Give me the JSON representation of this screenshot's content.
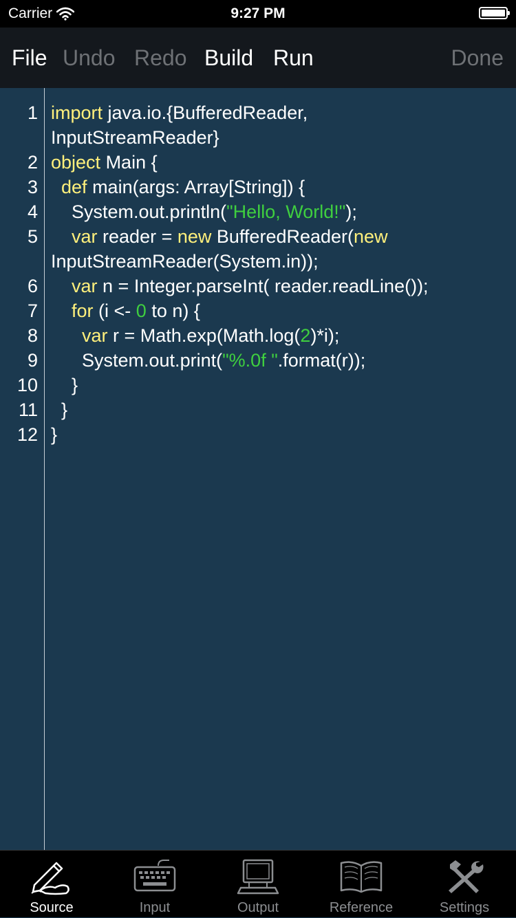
{
  "status_bar": {
    "carrier": "Carrier",
    "time": "9:27 PM"
  },
  "toolbar": {
    "file": "File",
    "undo": "Undo",
    "redo": "Redo",
    "build": "Build",
    "run": "Run",
    "done": "Done"
  },
  "code": {
    "lines": [
      {
        "n": "1",
        "parts": [
          [
            "kw",
            "import"
          ],
          [
            "",
            " java.io.{BufferedReader,"
          ]
        ]
      },
      {
        "n": "",
        "parts": [
          [
            "",
            "InputStreamReader}"
          ]
        ]
      },
      {
        "n": "2",
        "parts": [
          [
            "kw",
            "object"
          ],
          [
            "",
            " Main {"
          ]
        ]
      },
      {
        "n": "3",
        "parts": [
          [
            "",
            "  "
          ],
          [
            "kw",
            "def"
          ],
          [
            "",
            " main(args: Array[String]) {"
          ]
        ]
      },
      {
        "n": "4",
        "parts": [
          [
            "",
            "    System.out.println("
          ],
          [
            "str",
            "\"Hello, World!\""
          ],
          [
            "",
            ");"
          ]
        ]
      },
      {
        "n": "5",
        "parts": [
          [
            "",
            "    "
          ],
          [
            "kw",
            "var"
          ],
          [
            "",
            " reader = "
          ],
          [
            "kw",
            "new"
          ],
          [
            "",
            " BufferedReader("
          ],
          [
            "kw",
            "new"
          ]
        ]
      },
      {
        "n": "",
        "parts": [
          [
            "",
            "InputStreamReader(System.in));"
          ]
        ]
      },
      {
        "n": "6",
        "parts": [
          [
            "",
            "    "
          ],
          [
            "kw",
            "var"
          ],
          [
            "",
            " n = Integer.parseInt( reader.readLine());"
          ]
        ]
      },
      {
        "n": "7",
        "parts": [
          [
            "",
            "    "
          ],
          [
            "kw",
            "for"
          ],
          [
            "",
            " (i <- "
          ],
          [
            "num",
            "0"
          ],
          [
            "",
            " to n) {"
          ]
        ]
      },
      {
        "n": "8",
        "parts": [
          [
            "",
            "      "
          ],
          [
            "kw",
            "var"
          ],
          [
            "",
            " r = Math.exp(Math.log("
          ],
          [
            "num",
            "2"
          ],
          [
            "",
            ")*i);"
          ]
        ]
      },
      {
        "n": "9",
        "parts": [
          [
            "",
            "      System.out.print("
          ],
          [
            "str",
            "\"%.0f \""
          ],
          [
            "",
            ".format(r));"
          ]
        ]
      },
      {
        "n": "10",
        "parts": [
          [
            "",
            "    }"
          ]
        ]
      },
      {
        "n": "11",
        "parts": [
          [
            "",
            "  }"
          ]
        ]
      },
      {
        "n": "12",
        "parts": [
          [
            "",
            "}"
          ]
        ]
      }
    ]
  },
  "tabbar": {
    "items": [
      {
        "label": "Source",
        "icon": "pen-hand-icon",
        "active": true
      },
      {
        "label": "Input",
        "icon": "keyboard-icon",
        "active": false
      },
      {
        "label": "Output",
        "icon": "computer-icon",
        "active": false
      },
      {
        "label": "Reference",
        "icon": "book-icon",
        "active": false
      },
      {
        "label": "Settings",
        "icon": "tools-icon",
        "active": false
      }
    ]
  },
  "colors": {
    "editor_bg": "#1b394f",
    "keyword": "#fff07c",
    "string": "#3fcf3f",
    "toolbar_bg": "#14181d",
    "disabled": "#6e7175"
  }
}
